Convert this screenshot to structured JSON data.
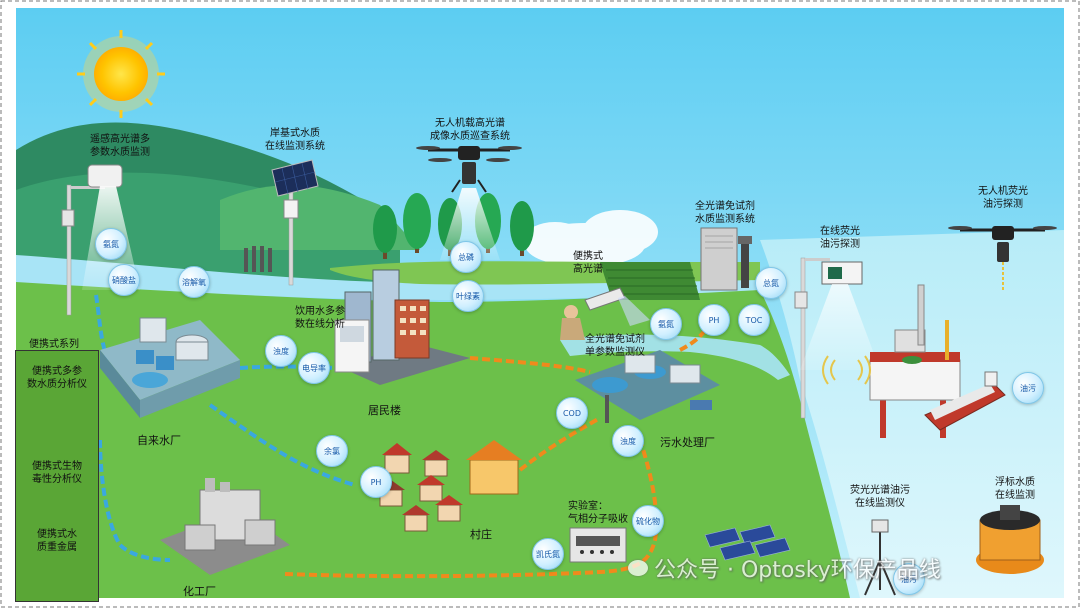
{
  "series_label": "便携式系列",
  "left_panel": {
    "items": [
      "便携式多参\n数水质分析仪",
      "便携式生物\n毒性分析仪",
      "便携式水\n质重金属"
    ]
  },
  "devices": {
    "remote_sensing": "遥感高光谱多\n参数水质监测",
    "shore_station": "岸基式水质\n在线监测系统",
    "uav_hyperspectral": "无人机载高光谱\n成像水质巡查系统",
    "full_spectrum_system": "全光谱免试剂\n水质监测系统",
    "portable_hyperspectral": "便携式\n高光谱",
    "drinking_water": "饮用水多参\n数在线分析",
    "full_spectrum_single": "全光谱免试剂\n单参数监测仪",
    "online_fluorescence": "在线荧光\n油污探测",
    "uav_fluorescence": "无人机荧光\n油污探测",
    "lab_gas": "实验室：\n气相分子吸收",
    "fluorescence_oil": "荧光光谱油污\n在线监测仪",
    "buoy": "浮标水质\n在线监测"
  },
  "places": {
    "waterworks": "自来水厂",
    "residential": "居民楼",
    "village": "村庄",
    "chemical_plant": "化工厂",
    "sewage_plant": "污水处理厂"
  },
  "params": {
    "ammonia": "氨氮",
    "nitrate": "硝酸盐",
    "dissolved_oxygen": "溶解氧",
    "total_phosphorus": "总磷",
    "chlorophyll": "叶绿素",
    "ammonia2": "氨氮",
    "ph_top": "PH",
    "toc": "TOC",
    "total_nitrogen": "总氮",
    "turbidity": "浊度",
    "conductivity": "电导率",
    "chlorine": "余氯",
    "ph_village": "PH",
    "cod": "COD",
    "turbidity2": "浊度",
    "sulfide": "硫化物",
    "kjeldahl": "凯氏氮",
    "oil_sea": "油污",
    "oil_coast": "油污"
  },
  "watermark": "公众号 · Optosky环保产品线",
  "colors": {
    "sky": "#7fd8f5",
    "grass": "#6cc04a",
    "water": "#9fe1f4",
    "pipe_blue": "#3aa8e0",
    "pipe_orange": "#f08a1c"
  }
}
